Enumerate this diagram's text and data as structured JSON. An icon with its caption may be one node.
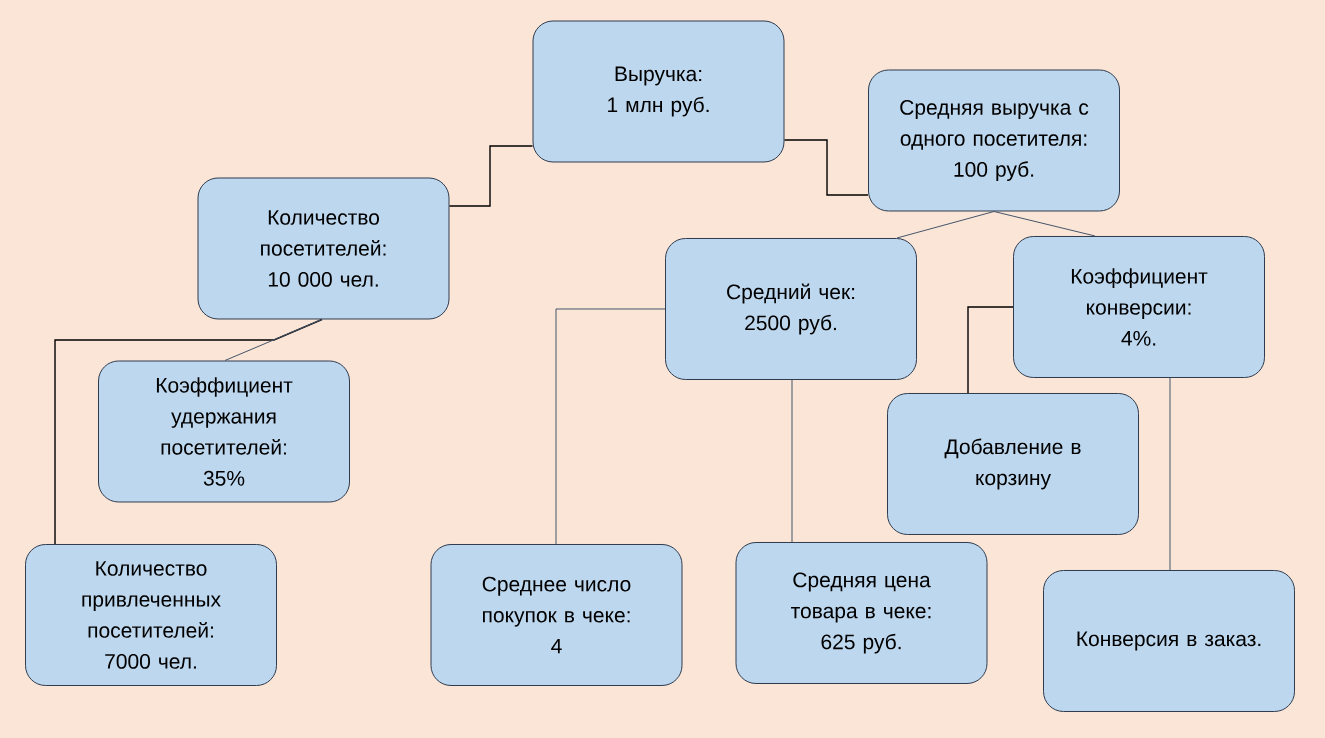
{
  "diagram": {
    "nodes": [
      {
        "text": [
          "Выручка: 1 млн руб."
        ]
      },
      {
        "text": [
          "Количество посетителей: 10 000 чел."
        ]
      },
      {
        "text": [
          "Средняя выручка с одного посетителя: 100 руб."
        ]
      },
      {
        "text": [
          "Коэффициент удержания посетителей: 35%"
        ]
      },
      {
        "text": [
          "Количество привлеченных посетителей: 7000 чел."
        ]
      },
      {
        "text": [
          "Средний чек: 2500 руб."
        ]
      },
      {
        "text": [
          "Коэффициент конверсии: 4%."
        ]
      },
      {
        "text": [
          "Добавление в корзину"
        ]
      },
      {
        "text": [
          "Среднее число покупок в чеке: 4"
        ]
      },
      {
        "text": [
          "Средняя цена товара в чеке: 625 руб."
        ]
      },
      {
        "text": [
          "Конверсия в заказ."
        ]
      }
    ],
    "edges": [
      {
        "from": 0,
        "to": 1,
        "arrow": "none",
        "color": "#000000"
      },
      {
        "from": 0,
        "to": 2,
        "arrow": "none",
        "color": "#000000"
      },
      {
        "from": 1,
        "to": 3,
        "arrow": "none"
      },
      {
        "from": 1,
        "to": 4,
        "arrow": "none",
        "color": "#000000"
      },
      {
        "from": 2,
        "to": 5,
        "arrow": "none"
      },
      {
        "from": 2,
        "to": 6,
        "arrow": "none"
      },
      {
        "from": 5,
        "to": 8,
        "arrow": "none"
      },
      {
        "from": 5,
        "to": 9,
        "arrow": "none"
      },
      {
        "from": 6,
        "to": 7,
        "arrow": "none",
        "color": "#000000"
      },
      {
        "from": 6,
        "to": 10,
        "arrow": "none"
      }
    ]
  }
}
